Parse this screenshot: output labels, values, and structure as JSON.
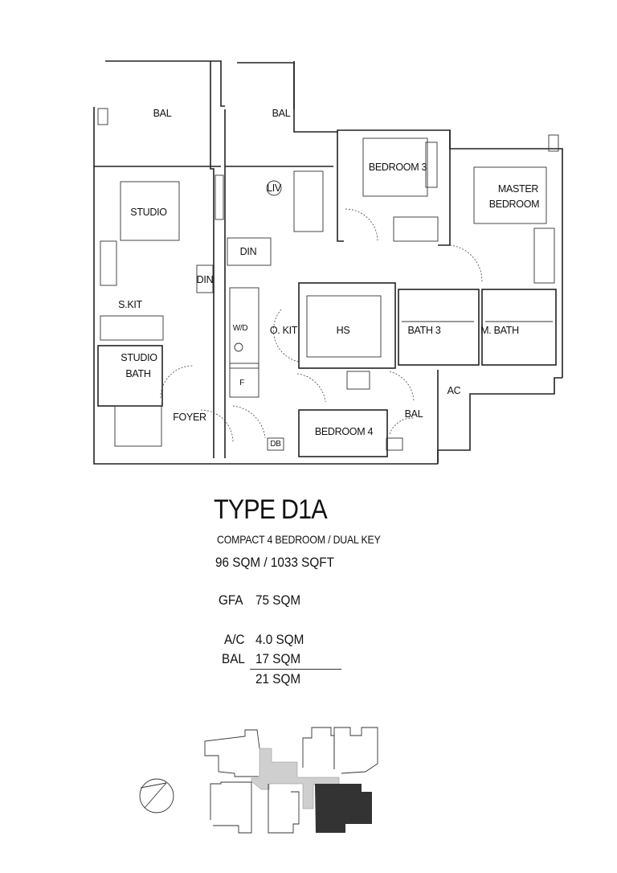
{
  "plan": {
    "rooms": {
      "bal_left": "BAL",
      "bal_mid": "BAL",
      "bedroom3": "BEDROOM 3",
      "master_line1": "MASTER",
      "master_line2": "BEDROOM",
      "studio": "STUDIO",
      "liv": "LIV",
      "din_main": "DIN",
      "din_studio": "DIN",
      "s_kit": "S.KIT",
      "wd": "W/D",
      "o_kit": "O. KIT",
      "hs": "HS",
      "bath3": "BATH 3",
      "m_bath": "M. BATH",
      "studio_bath_line1": "STUDIO",
      "studio_bath_line2": "BATH",
      "fridge": "F",
      "ac": "AC",
      "foyer": "FOYER",
      "bal_small": "BAL",
      "bedroom4": "BEDROOM 4",
      "db": "DB"
    }
  },
  "info": {
    "type": "TYPE D1A",
    "subtitle": "COMPACT 4 BEDROOM / DUAL KEY",
    "total_area": "96 SQM / 1033 SQFT",
    "gfa_label": "GFA",
    "gfa_value": "75 SQM",
    "ac_label": "A/C",
    "ac_value": "4.0 SQM",
    "bal_label": "BAL",
    "bal_value": "17 SQM",
    "sum_value": "21 SQM"
  },
  "key_plan": {
    "highlight_color": "#333333",
    "core_color": "#cfcfcf"
  }
}
